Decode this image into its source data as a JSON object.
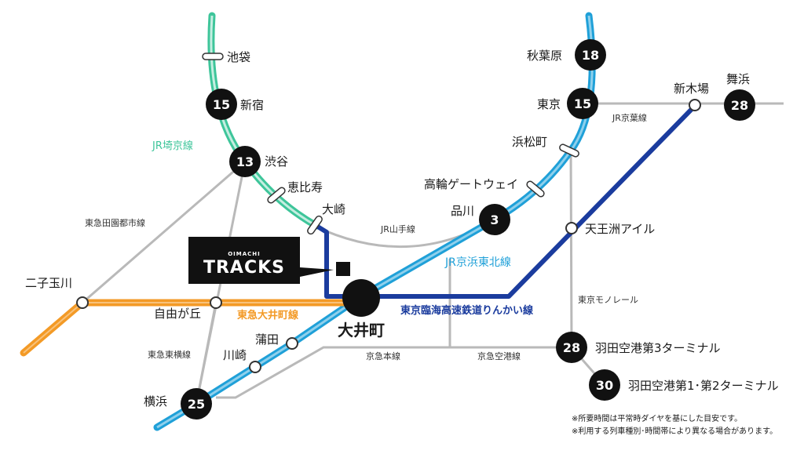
{
  "colors": {
    "saikyo": "#3ec59a",
    "keihin_tohoku": "#1fa0d8",
    "rinkai": "#1b3c9e",
    "oimachi_line": "#f39a26",
    "gray": "#b9b9b9",
    "black": "#111111"
  },
  "logo": {
    "sub": "OIMACHI",
    "main": "TRACKS"
  },
  "destination": {
    "label": "大井町"
  },
  "stations": {
    "ikebukuro": "池袋",
    "shinjuku": "新宿",
    "shibuya": "渋谷",
    "ebisu": "恵比寿",
    "osaki": "大崎",
    "shinagawa": "品川",
    "takanawa": "高輪ゲートウェイ",
    "hamamatsucho": "浜松町",
    "tokyo": "東京",
    "akihabara": "秋葉原",
    "shinkiba": "新木場",
    "maihama": "舞浜",
    "tennozu": "天王洲アイル",
    "haneda3": "羽田空港第3ターミナル",
    "haneda12": "羽田空港第1･第2ターミナル",
    "futakotamagawa": "二子玉川",
    "jiyugaoka": "自由が丘",
    "kamata": "蒲田",
    "kawasaki": "川崎",
    "yokohama": "横浜"
  },
  "minutes": {
    "shinjuku": "15",
    "shibuya": "13",
    "shinagawa": "3",
    "tokyo": "15",
    "akihabara": "18",
    "maihama": "28",
    "haneda3": "28",
    "haneda12": "30",
    "yokohama": "25"
  },
  "lines": {
    "saikyo": "JR埼京線",
    "yamanote": "JR山手線",
    "keihin_tohoku": "JR京浜東北線",
    "keiyo": "JR京葉線",
    "rinkai": "東京臨海高速鉄道りんかい線",
    "oimachi": "東急大井町線",
    "den_en_toshi": "東急田園都市線",
    "toyoko": "東急東横線",
    "keikyu_main": "京急本線",
    "keikyu_airport": "京急空港線",
    "monorail": "東京モノレール"
  },
  "notes": [
    "※所要時間は平常時ダイヤを基にした目安です。",
    "※利用する列車種別･時間帯により異なる場合があります。"
  ]
}
